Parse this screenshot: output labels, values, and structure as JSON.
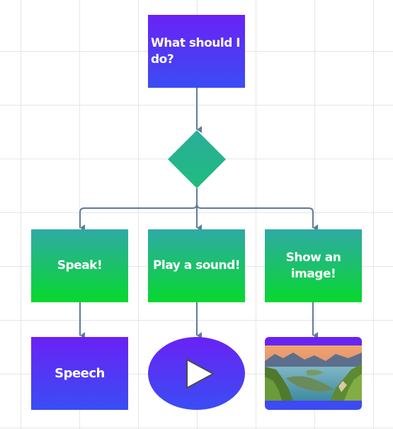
{
  "flowchart": {
    "start": {
      "label": "What should I do?"
    },
    "decision": {
      "label": ""
    },
    "branches": [
      {
        "id": "speak",
        "label": "Speak!",
        "result_label": "Speech"
      },
      {
        "id": "sound",
        "label": "Play a sound!",
        "result_icon": "play-icon"
      },
      {
        "id": "image",
        "label": "Show an image!",
        "result_icon": "landscape-image"
      }
    ]
  },
  "colors": {
    "purple_top": "#6a22f5",
    "purple_bottom": "#3a4df4",
    "green_top": "#2eaaa5",
    "green_bottom": "#08d82f",
    "connector": "#5f7b99",
    "grid": "#e6e6e6"
  }
}
